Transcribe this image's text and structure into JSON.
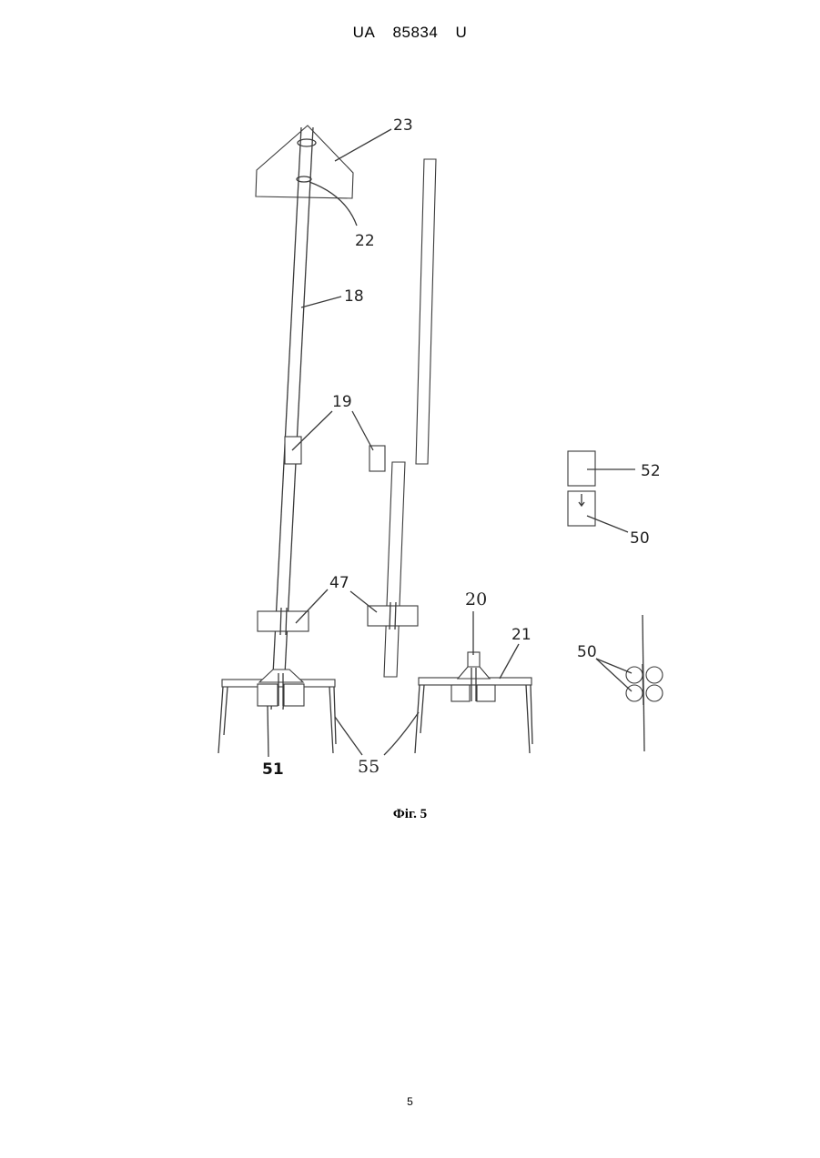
{
  "header": {
    "country": "UA",
    "number": "85834",
    "kind": "U"
  },
  "figure": {
    "caption": "Фіг. 5",
    "labels": {
      "l23": "23",
      "l22": "22",
      "l18": "18",
      "l19": "19",
      "l47": "47",
      "l20": "20",
      "l21": "21",
      "l50a": "50",
      "l50b": "50",
      "l52": "52",
      "l51": "51",
      "l55": "55"
    }
  },
  "footer": {
    "page_number": "5"
  }
}
